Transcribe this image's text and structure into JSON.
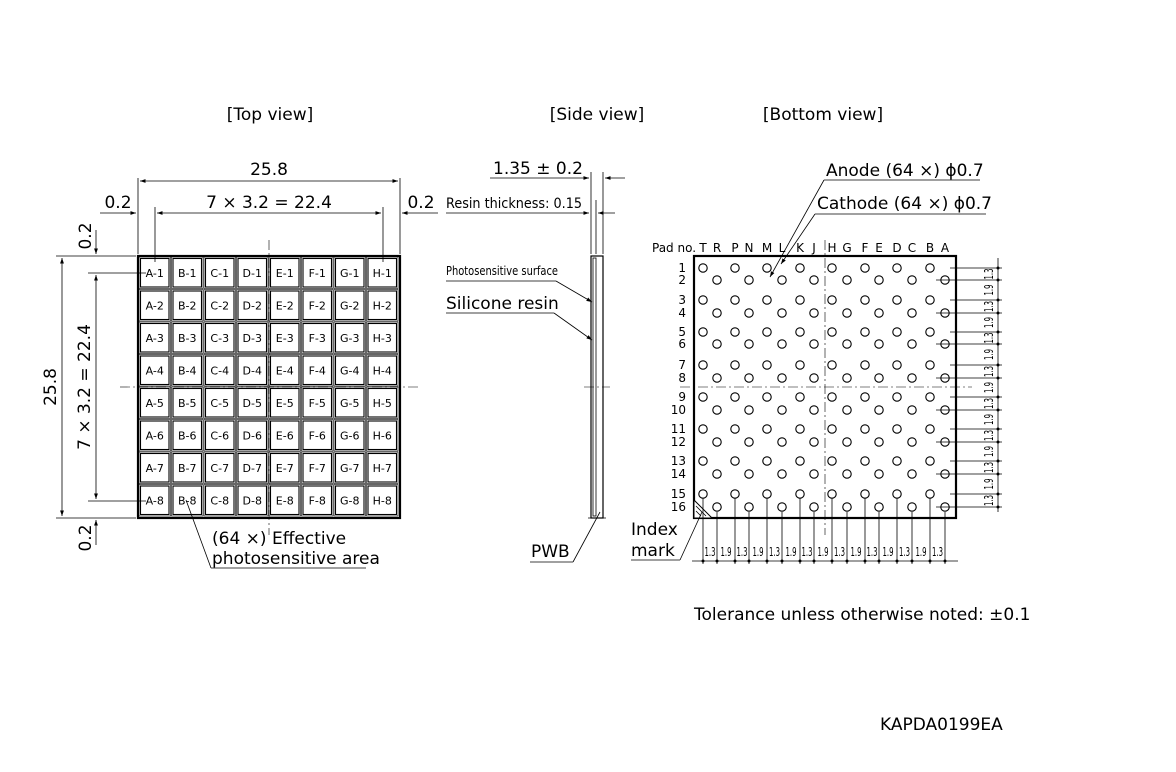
{
  "views": {
    "top": "[Top view]",
    "side": "[Side view]",
    "bottom": "[Bottom view]"
  },
  "top_view": {
    "dim_width": "25.8",
    "dim_height": "25.8",
    "dim_pitch_h": "7 × 3.2 = 22.4",
    "dim_pitch_v": "7 × 3.2 = 22.4",
    "dim_margin_left": "0.2",
    "dim_margin_right": "0.2",
    "dim_margin_top": "0.2",
    "dim_margin_bottom": "0.2",
    "columns": [
      "A",
      "B",
      "C",
      "D",
      "E",
      "F",
      "G",
      "H"
    ],
    "rows": [
      "1",
      "2",
      "3",
      "4",
      "5",
      "6",
      "7",
      "8"
    ],
    "effective_area_line1": "(64 ×) Effective",
    "effective_area_line2": "photosensitive area"
  },
  "side_view": {
    "dim_thickness": "1.35 ± 0.2",
    "resin_thickness": "Resin thickness: 0.15",
    "photosensitive_surface": "Photosensitive surface",
    "silicone_resin": "Silicone resin",
    "pwb": "PWB"
  },
  "bottom_view": {
    "anode": "Anode (64 ×) ϕ0.7",
    "cathode": "Cathode (64 ×) ϕ0.7",
    "pad_no_label": "Pad no.",
    "pad_columns": [
      "T",
      "R",
      "P",
      "N",
      "M",
      "L",
      "K",
      "J",
      "H",
      "G",
      "F",
      "E",
      "D",
      "C",
      "B",
      "A"
    ],
    "pad_rows": [
      "1",
      "2",
      "3",
      "4",
      "5",
      "6",
      "7",
      "8",
      "9",
      "10",
      "11",
      "12",
      "13",
      "14",
      "15",
      "16"
    ],
    "pitch_values": [
      "1.3",
      "1.9",
      "1.3",
      "1.9",
      "1.3",
      "1.9",
      "1.3",
      "1.9",
      "1.3",
      "1.9",
      "1.3",
      "1.9",
      "1.3",
      "1.9",
      "1.3"
    ],
    "index_mark_line1": "Index",
    "index_mark_line2": "mark"
  },
  "tolerance_note": "Tolerance unless otherwise noted: ±0.1",
  "drawing_code": "KAPDA0199EA"
}
